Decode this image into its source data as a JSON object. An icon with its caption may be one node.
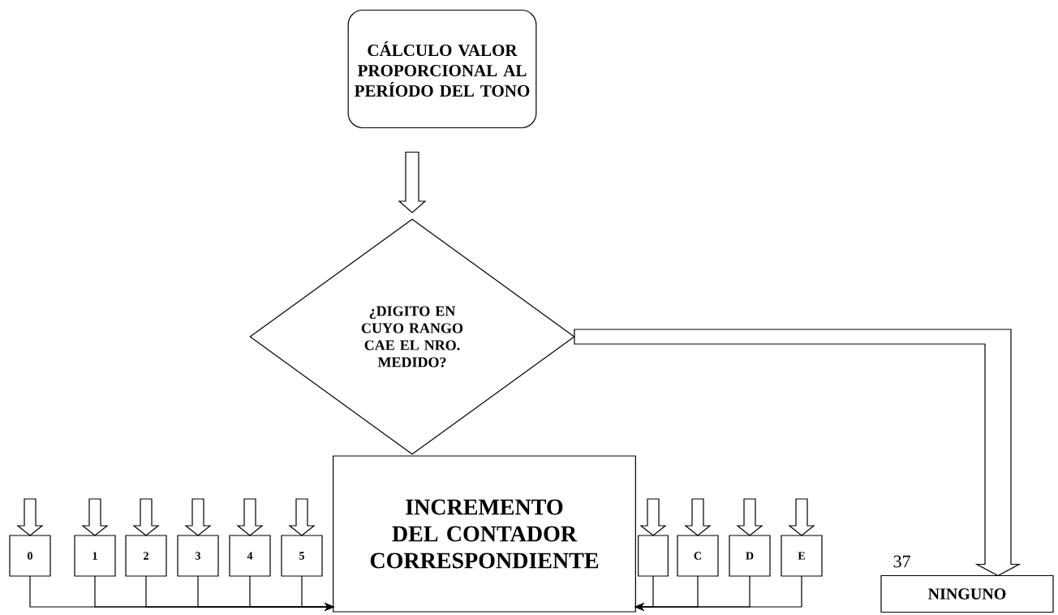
{
  "diagram": {
    "nodes": [
      {
        "text": [
          "CÁLCULO VALOR PROPORCIONAL AL PERÍODO DEL TONO"
        ]
      },
      {
        "text": [
          "¿DIGITO EN CUYO RANGO CAE EL NRO. MEDIDO?"
        ]
      },
      {
        "text": [
          "0"
        ]
      },
      {
        "text": [
          "1"
        ]
      },
      {
        "text": [
          "2"
        ]
      },
      {
        "text": [
          "3"
        ]
      },
      {
        "text": [
          "4"
        ]
      },
      {
        "text": [
          "5"
        ]
      },
      {
        "text": [
          "INCREMENTO DEL CONTADOR CORRESPONDIENTE"
        ]
      },
      {
        "text": [],
        "shape": "box"
      },
      {
        "text": [
          "C"
        ]
      },
      {
        "text": [
          "D"
        ]
      },
      {
        "text": [
          "E"
        ]
      },
      {
        "text": [
          "NINGUNO"
        ]
      }
    ],
    "edges": [
      {
        "from": 0,
        "to": 1,
        "arrow": "to"
      },
      {
        "from": null,
        "to": 2,
        "arrow": "to"
      },
      {
        "from": null,
        "to": 3,
        "arrow": "to"
      },
      {
        "from": null,
        "to": 4,
        "arrow": "to"
      },
      {
        "from": null,
        "to": 5,
        "arrow": "to"
      },
      {
        "from": null,
        "to": 6,
        "arrow": "to"
      },
      {
        "from": null,
        "to": 7,
        "arrow": "to"
      },
      {
        "from": null,
        "to": 9,
        "arrow": "to"
      },
      {
        "from": null,
        "to": 10,
        "arrow": "to"
      },
      {
        "from": null,
        "to": 11,
        "arrow": "to"
      },
      {
        "from": null,
        "to": 12,
        "arrow": "to"
      },
      {
        "from": 2,
        "to": 8,
        "arrow": "to"
      },
      {
        "from": 3,
        "to": 8,
        "arrow": "to"
      },
      {
        "from": 4,
        "to": 8,
        "arrow": "to"
      },
      {
        "from": 5,
        "to": 8,
        "arrow": "to"
      },
      {
        "from": 6,
        "to": 8,
        "arrow": "to"
      },
      {
        "from": 7,
        "to": 8,
        "arrow": "to"
      },
      {
        "from": 9,
        "to": 8,
        "arrow": "to"
      },
      {
        "from": 10,
        "to": 8,
        "arrow": "to"
      },
      {
        "from": 11,
        "to": 8,
        "arrow": "to"
      },
      {
        "from": 12,
        "to": 8,
        "arrow": "to"
      },
      {
        "from": 1,
        "to": 13,
        "arrow": "to"
      }
    ],
    "labels": [
      "37"
    ]
  }
}
